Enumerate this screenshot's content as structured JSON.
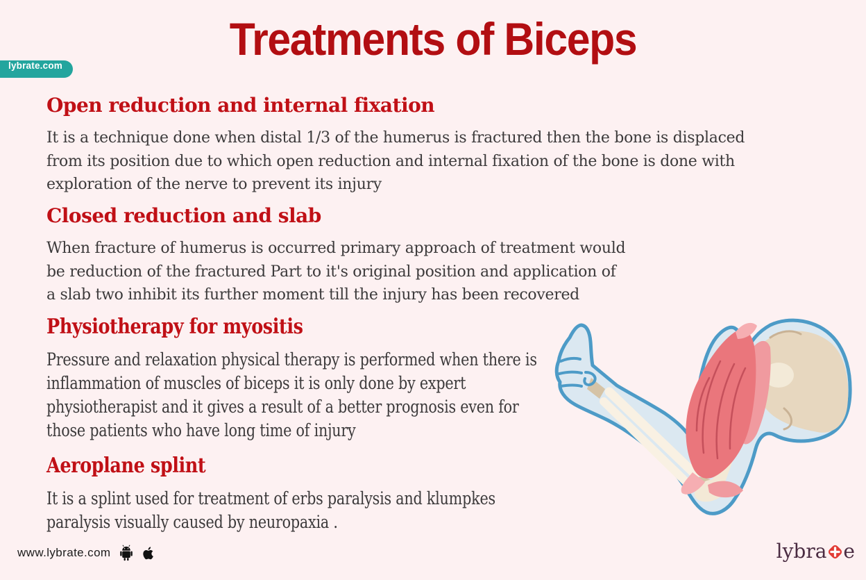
{
  "page": {
    "title": "Treatments of Biceps",
    "background_color": "#fdf1f2",
    "title_color": "#b20e12",
    "heading_color": "#c01016",
    "body_color": "#3c3a3b"
  },
  "brand": {
    "corner_badge": "lybrate.com",
    "corner_badge_color": "#23a59e",
    "footer_url": "www.lybrate.com",
    "footer_icons": [
      "android-icon",
      "apple-icon"
    ],
    "logo_text_left": "lybra",
    "logo_text_right": "e",
    "logo_color": "#4a2c42",
    "logo_plus_color": "#e23b35"
  },
  "sections": [
    {
      "heading": "Open reduction and internal fixation",
      "body": "It is a technique done when distal 1/3 of the humerus is fractured then the bone is displaced\nfrom its position due to which open reduction and internal fixation of the bone is done with\nexploration of the nerve to prevent its injury"
    },
    {
      "heading": "Closed reduction and slab",
      "body": "When fracture of humerus is occurred primary approach of treatment would\nbe reduction of the fractured Part to it's original position and application of\na slab two inhibit its further moment till the injury has been recovered"
    },
    {
      "heading": "Physiotherapy for myositis",
      "body": "Pressure and relaxation physical therapy is performed when there is\ninflammation of muscles of biceps it is only done by expert\nphysiotherapist and it gives a result of a better prognosis even for\nthose patients who have long time of injury"
    },
    {
      "heading": "Aeroplane splint",
      "body": "It is a splint used for treatment of erbs paralysis and klumpkes\nparalysis visually caused by neuropaxia ."
    }
  ],
  "illustration": {
    "label": "flexed arm with biceps anatomy, thumbs-up fist",
    "skin_color": "#dbe8f1",
    "outline_color": "#4d9bc7",
    "muscle_color": "#ea767c",
    "muscle_shade_color": "#c5505b",
    "muscle_light_color": "#f6aeb2",
    "bone_color": "#f9f1e3",
    "bone_shadow_color": "#d5c3a6",
    "shoulder_color": "#e7d7bf"
  }
}
